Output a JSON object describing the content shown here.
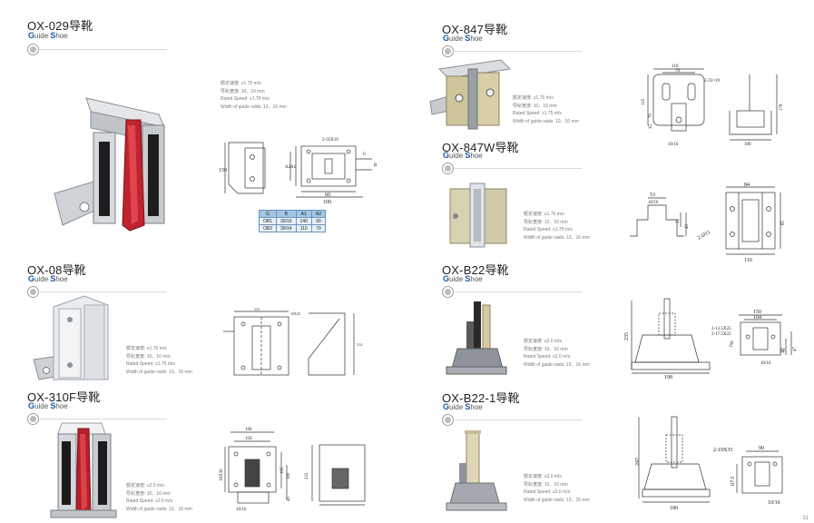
{
  "subtitle_parts": {
    "g": "G",
    "uide": "uide ",
    "s": "S",
    "hoe": "hoe"
  },
  "products": [
    {
      "id": "ox-029",
      "title": "OX-029导靴",
      "specs": [
        "额定速度: ≤1.75 m/s",
        "导轨宽度: 10、16 mm",
        "Rated Speed: ≤1.75 m/s",
        "Width of guide raids: 10、16 mm"
      ],
      "drawing_labels": [
        "2-35X19",
        "150",
        "A1",
        "A2",
        "B",
        "60",
        "100",
        "G"
      ],
      "table": {
        "headers": [
          "G",
          "B",
          "A1",
          "A2"
        ],
        "rows": [
          [
            "OB1",
            "30/16",
            "140",
            "90"
          ],
          [
            "OB2",
            "30/14",
            "110",
            "70"
          ]
        ]
      }
    },
    {
      "id": "ox-08",
      "title": "OX-08导靴",
      "specs": [
        "额定速度: ≤1.75 m/s",
        "导轨宽度: 10、16 mm",
        "Rated Speed: ≤1.75 m/s",
        "Width of guide raids: 10、16 mm"
      ],
      "drawing_labels": [
        "115",
        "10X25",
        "114"
      ]
    },
    {
      "id": "ox-310f",
      "title": "OX-310F导靴",
      "specs": [
        "额定速度: ≤2.5 m/s",
        "导轨宽度: 10、16 mm",
        "Rated Speed: ≤2.5 m/s",
        "Width of guide raids: 10、16 mm"
      ],
      "drawing_labels": [
        "190",
        "150",
        "16X30",
        "105",
        "100",
        "45",
        "10/16",
        "232"
      ]
    },
    {
      "id": "ox-847",
      "title": "OX-847导靴",
      "specs": [
        "额定速度: ≤1.75 m/s",
        "导轨宽度: 10、16 mm",
        "Rated Speed: ≤1.75 m/s",
        "Width of guide raids: 10、16 mm"
      ],
      "drawing_labels": [
        "110",
        "70",
        "2-35×19",
        "110",
        "70",
        "35",
        "10/16",
        "178",
        "100"
      ]
    },
    {
      "id": "ox-847w",
      "title": "OX-847W导靴",
      "specs": [
        "额定速度: ≤1.75 m/s",
        "导轨宽度: 10、16 mm",
        "Rated Speed: ≤1.75 m/s",
        "Width of guide raids: 10、16 mm"
      ],
      "drawing_labels": [
        "53",
        "10/16",
        "32",
        "45",
        "2-Ø11",
        "84",
        "85",
        "110"
      ]
    },
    {
      "id": "ox-b22",
      "title": "OX-B22导靴",
      "specs": [
        "额定速度: ≤2.0 m/s",
        "导轨宽度: 10、16 mm",
        "Rated Speed: ≤2.0 m/s",
        "Width of guide raids: 10、16 mm"
      ],
      "drawing_labels": [
        "235",
        "198",
        "150",
        "104",
        "2-13.5X25",
        "2-17.5X22",
        "106",
        "52",
        "32",
        "47",
        "10/16"
      ]
    },
    {
      "id": "ox-b22-1",
      "title": "OX-B22-1导靴",
      "specs": [
        "额定速度: ≤2.0 m/s",
        "导轨宽度: 10、16 mm",
        "Rated Speed: ≤2.0 m/s",
        "Width of guide raids: 10、16 mm"
      ],
      "drawing_labels": [
        "247",
        "180",
        "2-19X35",
        "90",
        "67.5",
        "10/16"
      ]
    }
  ],
  "page_number": "31"
}
